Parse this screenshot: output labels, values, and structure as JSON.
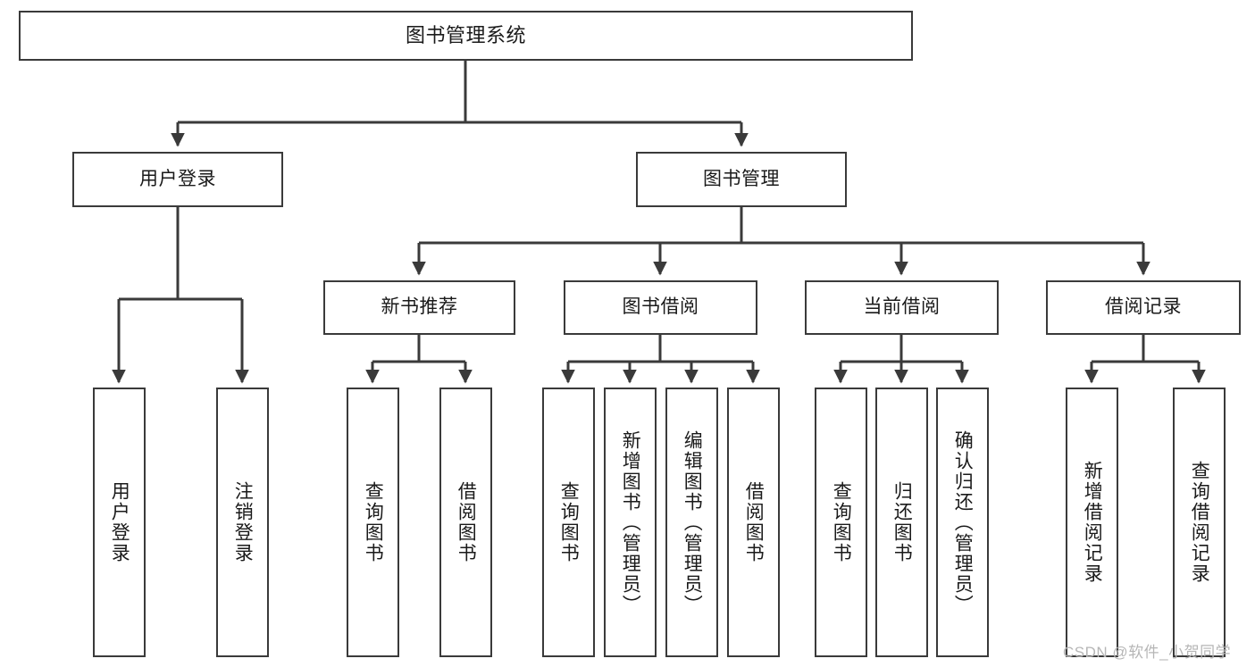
{
  "diagram": {
    "title": "图书管理系统",
    "type": "tree-hierarchy",
    "watermark": "CSDN @软件_小贺同学",
    "colors": {
      "box_border": "#3a3a3a",
      "box_fill": "#ffffff",
      "edge": "#3a3a3a",
      "text": "#1a1a1a",
      "watermark": "#b6b6b6",
      "background": "#ffffff"
    },
    "nodes": {
      "root": {
        "label": "图书管理系统"
      },
      "level2": [
        {
          "id": "user-login",
          "label": "用户登录"
        },
        {
          "id": "book-management",
          "label": "图书管理"
        }
      ],
      "level3": [
        {
          "id": "new-book-recommend",
          "label": "新书推荐"
        },
        {
          "id": "book-borrow",
          "label": "图书借阅"
        },
        {
          "id": "current-borrow",
          "label": "当前借阅"
        },
        {
          "id": "borrow-record",
          "label": "借阅记录"
        }
      ],
      "leaves": {
        "user-login": [
          {
            "id": "leaf-user-login",
            "label": "用户登录"
          },
          {
            "id": "leaf-logout",
            "label": "注销登录"
          }
        ],
        "new-book-recommend": [
          {
            "id": "leaf-query-book-1",
            "label": "查询图书"
          },
          {
            "id": "leaf-borrow-book-1",
            "label": "借阅图书"
          }
        ],
        "book-borrow": [
          {
            "id": "leaf-query-book-2",
            "label": "查询图书"
          },
          {
            "id": "leaf-add-book",
            "label": "新增图书（管理员）"
          },
          {
            "id": "leaf-edit-book",
            "label": "编辑图书（管理员）"
          },
          {
            "id": "leaf-borrow-book-2",
            "label": "借阅图书"
          }
        ],
        "current-borrow": [
          {
            "id": "leaf-query-book-3",
            "label": "查询图书"
          },
          {
            "id": "leaf-return-book",
            "label": "归还图书"
          },
          {
            "id": "leaf-confirm-return",
            "label": "确认归还（管理员）"
          }
        ],
        "borrow-record": [
          {
            "id": "leaf-add-record",
            "label": "新增借阅记录"
          },
          {
            "id": "leaf-query-record",
            "label": "查询借阅记录"
          }
        ]
      }
    }
  }
}
